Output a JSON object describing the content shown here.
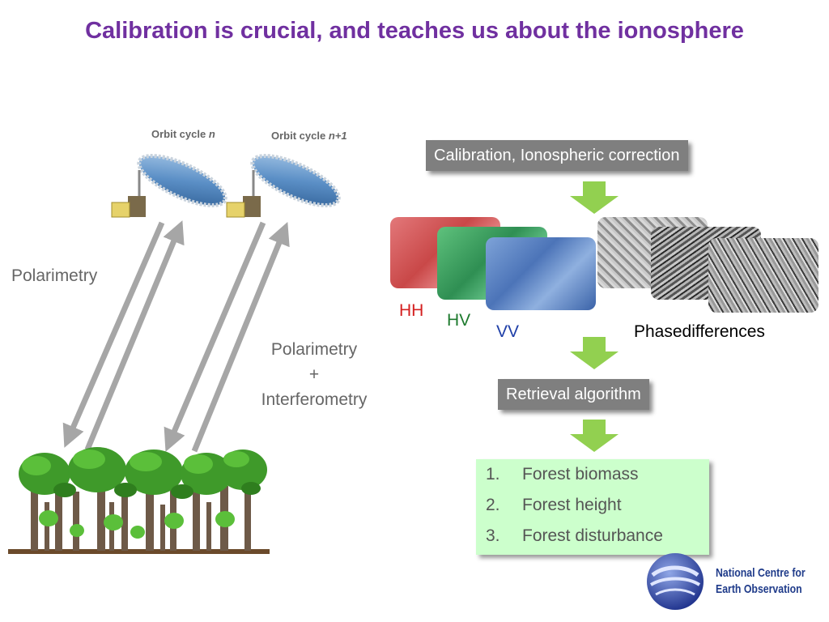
{
  "title": "Calibration is crucial, and teaches us about the ionosphere",
  "orbits": [
    {
      "label": "Orbit cycle ",
      "symbol": "n"
    },
    {
      "label": "Orbit cycle ",
      "symbol": "n+1"
    }
  ],
  "left_label": "Polarimetry",
  "middle_label": [
    "Polarimetry",
    "+",
    "Interferometry"
  ],
  "steps": {
    "calibration": "Calibration, Ionospheric correction",
    "retrieval": "Retrieval algorithm"
  },
  "polarizations": [
    {
      "label": "HH",
      "color": "#d42020"
    },
    {
      "label": "HV",
      "color": "#1e7a2e"
    },
    {
      "label": "VV",
      "color": "#1f3fa8"
    }
  ],
  "phase_label": "Phasedifferences",
  "results": [
    {
      "num": "1.",
      "text": "Forest biomass"
    },
    {
      "num": "2.",
      "text": "Forest height"
    },
    {
      "num": "3.",
      "text": "Forest disturbance"
    }
  ],
  "organization": [
    "National Centre for",
    "Earth  Observation"
  ],
  "colors": {
    "title": "#7030a0",
    "arrow": "#92d050",
    "box": "#7f7f7f",
    "results_bg": "#ccffcc"
  }
}
